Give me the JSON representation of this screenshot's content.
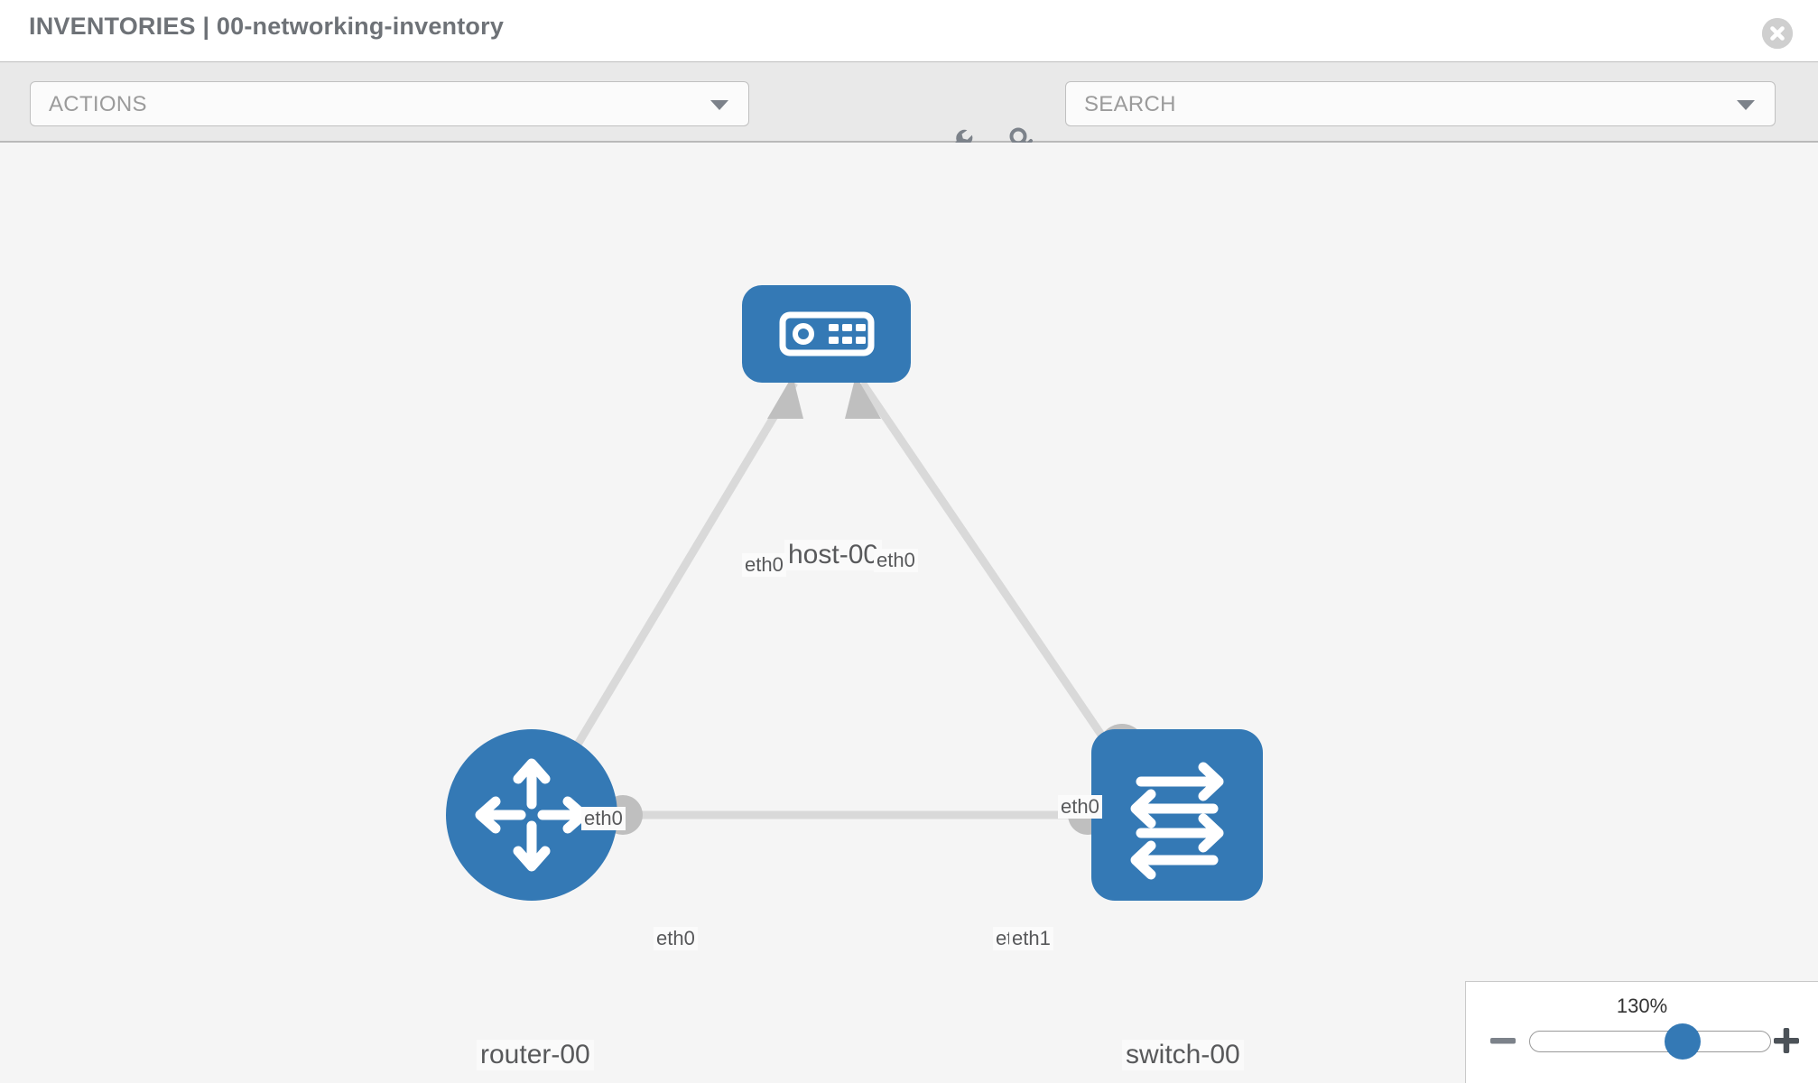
{
  "header": {
    "title": "INVENTORIES | 00-networking-inventory",
    "close_icon": "close-circle-icon"
  },
  "toolbar": {
    "actions_label": "ACTIONS",
    "actions_caret": "chevron-down-icon",
    "wrench_icon": "wrench-icon",
    "key_icon": "key-icon",
    "search_placeholder": "SEARCH",
    "search_caret": "chevron-down-icon"
  },
  "topology": {
    "nodes": [
      {
        "id": "host-00",
        "label": "host-00",
        "type": "host",
        "icon": "server-icon",
        "color": "#3479b5"
      },
      {
        "id": "router-00",
        "label": "router-00",
        "type": "router",
        "icon": "router-arrows-icon",
        "color": "#3479b5"
      },
      {
        "id": "switch-00",
        "label": "switch-00",
        "type": "switch",
        "icon": "switch-arrows-icon",
        "color": "#3479b5"
      }
    ],
    "links": [
      {
        "source": "host-00",
        "target": "router-00",
        "source_interface": "eth0",
        "target_interface": "eth0"
      },
      {
        "source": "host-00",
        "target": "switch-00",
        "source_interface": "eth0",
        "target_interface": "eth0"
      },
      {
        "source": "router-00",
        "target": "switch-00",
        "source_interface": "eth0",
        "target_interface": "eth1"
      }
    ],
    "interface_labels": {
      "host_left": "eth0",
      "host_right": "eth0",
      "router_up": "eth0",
      "switch_up": "eth0",
      "router_right": "eth0",
      "switch_left_a": "eth",
      "switch_left_b": "eth1"
    }
  },
  "zoom_control": {
    "value": "130%",
    "minus_icon": "minus-icon",
    "plus_icon": "plus-icon",
    "slider_name": "zoom-slider"
  }
}
